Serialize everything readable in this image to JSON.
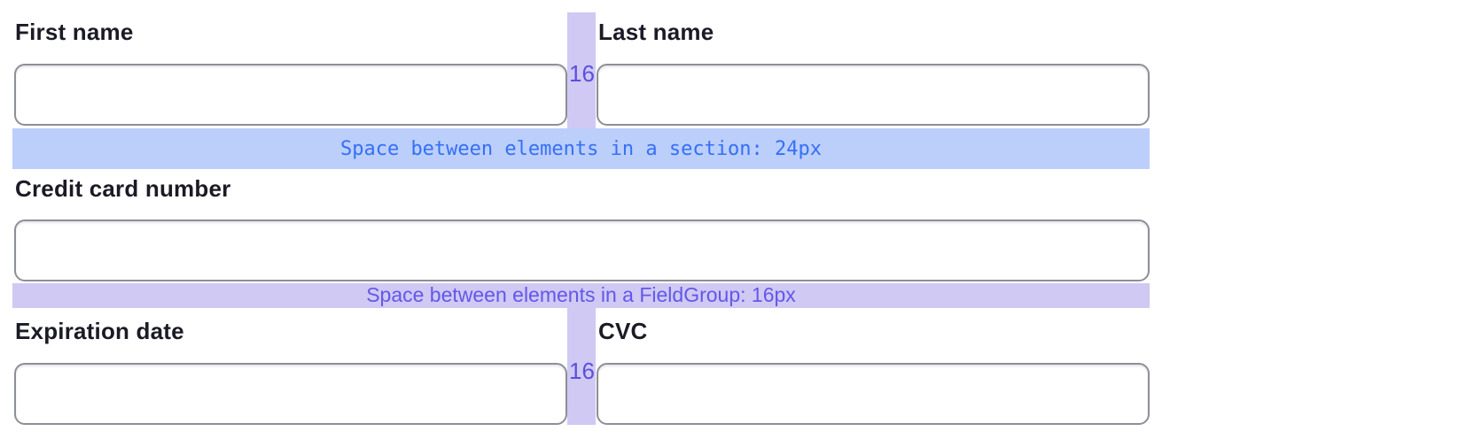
{
  "form": {
    "fields": {
      "first_name": {
        "label": "First name",
        "value": ""
      },
      "last_name": {
        "label": "Last name",
        "value": ""
      },
      "card_number": {
        "label": "Credit card number",
        "value": ""
      },
      "expiration_date": {
        "label": "Expiration date",
        "value": ""
      },
      "cvc": {
        "label": "CVC",
        "value": ""
      }
    }
  },
  "spacing_annotations": {
    "section_bar_label": "Space between elements in a section: 24px",
    "fieldgroup_bar_label": "Space between elements in a FieldGroup: 16px",
    "column_gap_top_label": "16",
    "column_gap_bottom_label": "16"
  },
  "colors": {
    "section_bar_bg": "#bccefa",
    "section_bar_text": "#3470f6",
    "gap_bar_bg": "#cfc9f3",
    "gap_bar_text": "#5b4fdd",
    "fieldgroup_bar_text": "#6357e8",
    "input_border": "#8d8f98",
    "label_text": "#1a1b25"
  }
}
